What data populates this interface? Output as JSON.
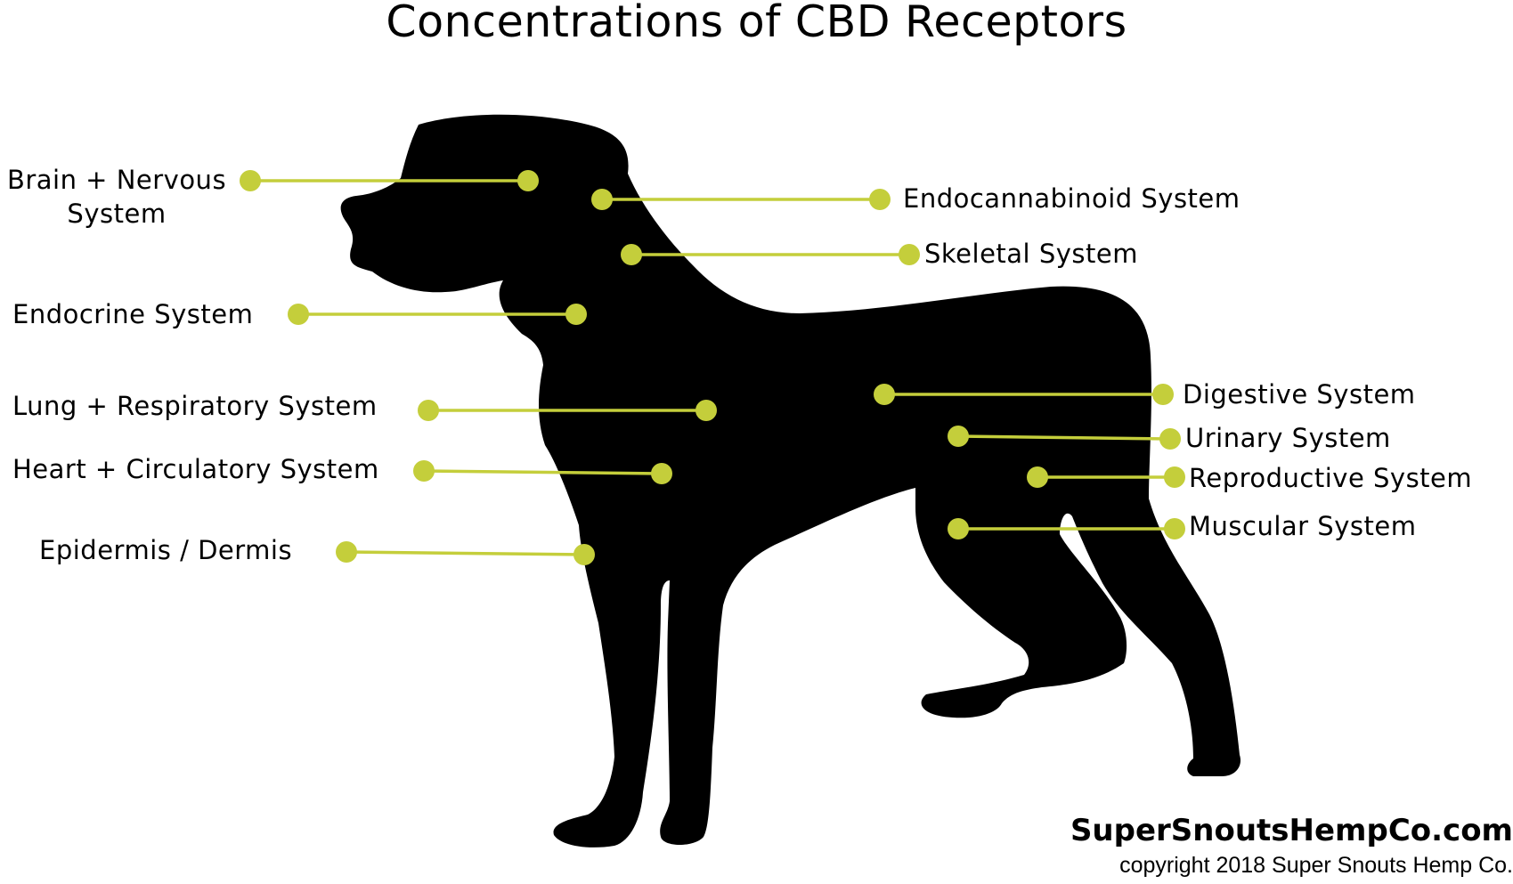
{
  "title": "Concentrations of CBD Receptors",
  "colors": {
    "accent": "#c4ce3b",
    "silhouette": "#000000",
    "background": "#ffffff"
  },
  "labels": {
    "brain": "Brain + Nervous System",
    "endocannabinoid": "Endocannabinoid System",
    "skeletal": "Skeletal System",
    "endocrine": "Endocrine System",
    "lung": "Lung + Respiratory System",
    "heart": "Heart + Circulatory System",
    "epidermis": "Epidermis / Dermis",
    "digestive": "Digestive System",
    "urinary": "Urinary System",
    "reproductive": "Reproductive System",
    "muscular": "Muscular System"
  },
  "footer": {
    "site": "SuperSnoutsHempCo.com",
    "copyright": "copyright 2018  Super Snouts Hemp Co."
  }
}
